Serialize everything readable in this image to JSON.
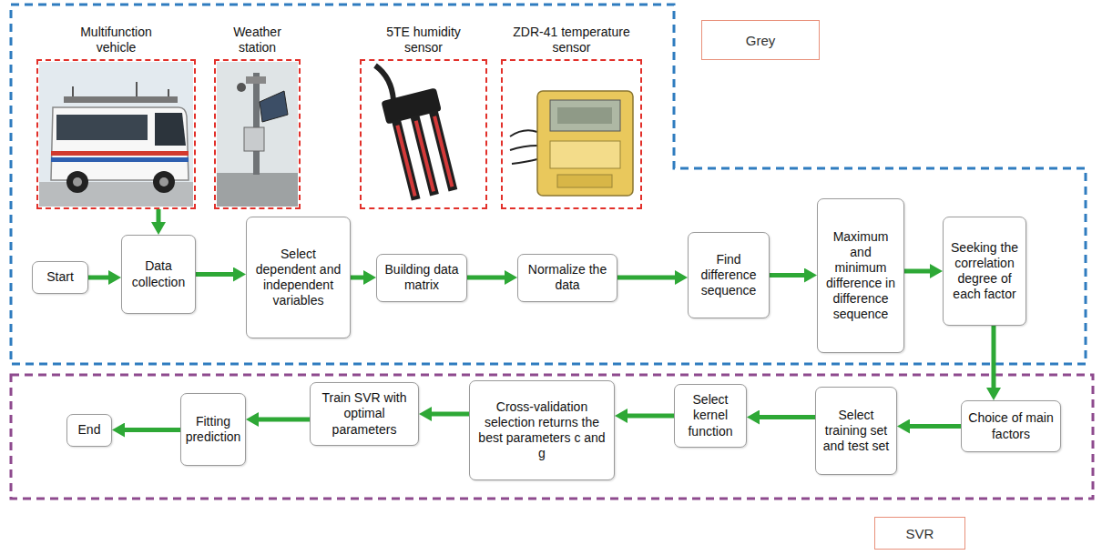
{
  "diagram": {
    "nodes": [
      {
        "text": [
          "Multifunction vehicle"
        ]
      },
      {
        "text": [
          "Weather station"
        ]
      },
      {
        "text": [
          "5TE humidity sensor"
        ]
      },
      {
        "text": [
          "ZDR-41 temperature sensor"
        ]
      },
      {
        "text": [
          "Grey"
        ]
      },
      {
        "text": [
          "Start"
        ]
      },
      {
        "text": [
          "Data collection"
        ]
      },
      {
        "text": [
          "Select dependent and independent variables"
        ]
      },
      {
        "text": [
          "Building data matrix"
        ]
      },
      {
        "text": [
          "Normalize the data"
        ]
      },
      {
        "text": [
          "Find difference sequence"
        ]
      },
      {
        "text": [
          "Maximum and minimum difference in difference sequence"
        ]
      },
      {
        "text": [
          "Seeking the correlation degree of each factor"
        ]
      },
      {
        "text": [
          "End"
        ]
      },
      {
        "text": [
          "Fitting prediction"
        ]
      },
      {
        "text": [
          "Train SVR with optimal parameters"
        ]
      },
      {
        "text": [
          "Cross-validation selection returns the best parameters c and g"
        ]
      },
      {
        "text": [
          "Select kernel function"
        ]
      },
      {
        "text": [
          "Select training set and test set"
        ]
      },
      {
        "text": [
          "Choice of main factors"
        ]
      },
      {
        "text": [
          "SVR"
        ]
      }
    ],
    "edges": [
      {
        "from": 0,
        "to": 6,
        "arrow": "to"
      },
      {
        "from": 5,
        "to": 6,
        "arrow": "to"
      },
      {
        "from": 6,
        "to": 7,
        "arrow": "to"
      },
      {
        "from": 7,
        "to": 8,
        "arrow": "to"
      },
      {
        "from": 8,
        "to": 9,
        "arrow": "to"
      },
      {
        "from": 9,
        "to": 10,
        "arrow": "to"
      },
      {
        "from": 10,
        "to": 11,
        "arrow": "to"
      },
      {
        "from": 11,
        "to": 12,
        "arrow": "to"
      },
      {
        "from": 12,
        "to": 19,
        "arrow": "to"
      },
      {
        "from": 19,
        "to": 18,
        "arrow": "to"
      },
      {
        "from": 18,
        "to": 17,
        "arrow": "to"
      },
      {
        "from": 17,
        "to": 16,
        "arrow": "to"
      },
      {
        "from": 16,
        "to": 15,
        "arrow": "to"
      },
      {
        "from": 15,
        "to": 14,
        "arrow": "to"
      },
      {
        "from": 14,
        "to": 13,
        "arrow": "to"
      }
    ]
  }
}
